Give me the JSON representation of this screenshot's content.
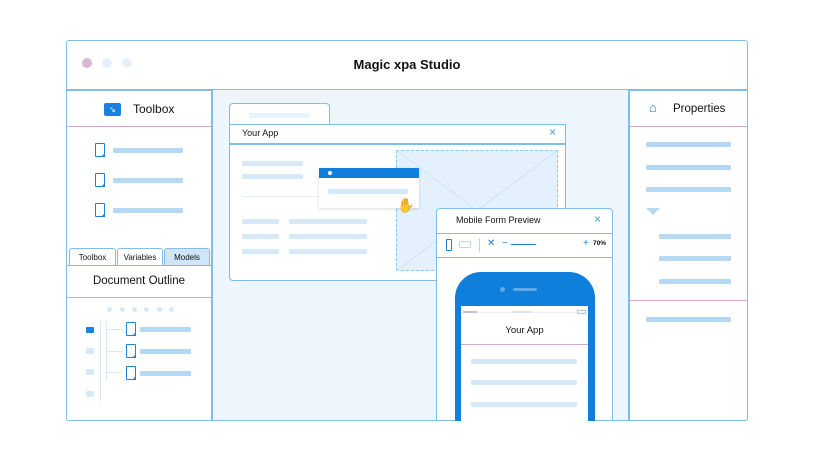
{
  "window": {
    "title": "Magic xpa Studio"
  },
  "left_panel": {
    "toolbox_title": "Toolbox",
    "tabs": [
      "Toolbox",
      "Variables",
      "Models"
    ],
    "active_tab": "Models",
    "outline_title": "Document Outline"
  },
  "properties": {
    "title": "Properties"
  },
  "app_window": {
    "title": "Your App"
  },
  "mobile_preview": {
    "title": "Mobile Form Preview",
    "zoom": "70%",
    "zoom_minus": "−",
    "zoom_plus": "+",
    "app_title": "Your App"
  },
  "colors": {
    "accent": "#0f7fdb",
    "light": "#b5d9f4",
    "divider": "#d3a9c9"
  }
}
